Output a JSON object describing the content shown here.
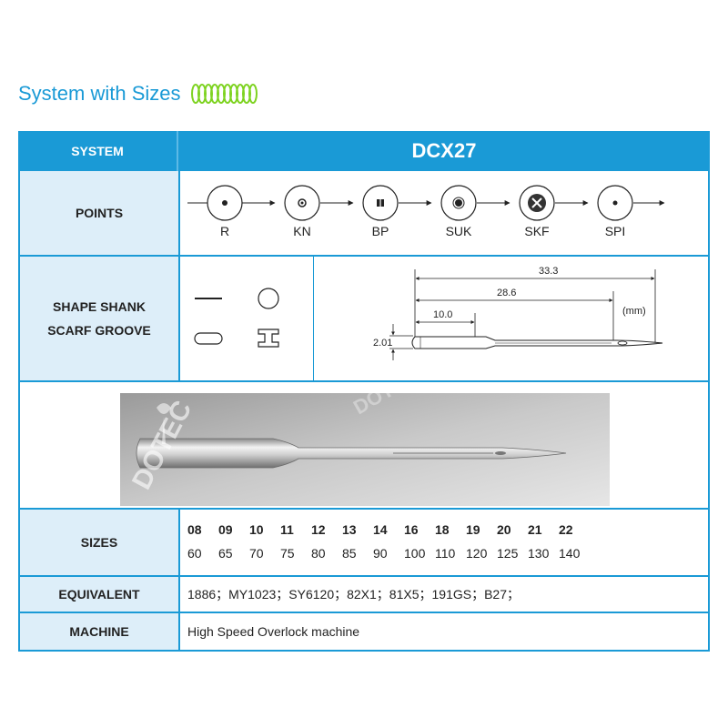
{
  "page_title": "System with Sizes",
  "header": {
    "label": "SYSTEM",
    "value": "DCX27"
  },
  "points": {
    "label": "POINTS",
    "items": [
      "R",
      "KN",
      "BP",
      "SUK",
      "SKF",
      "SPI"
    ]
  },
  "shape": {
    "label_line1": "SHAPE SHANK",
    "label_line2": "SCARF GROOVE",
    "dims": {
      "total": "33.3",
      "mid": "28.6",
      "short": "10.0",
      "dia": "2.01",
      "unit": "(mm)"
    }
  },
  "photo": {
    "watermark": "DOTEC"
  },
  "sizes": {
    "label": "SIZES",
    "nm_top": [
      "08",
      "09",
      "10",
      "11",
      "12",
      "13",
      "14",
      "16",
      "18",
      "19",
      "20",
      "21",
      "22"
    ],
    "nm_bottom": [
      "60",
      "65",
      "70",
      "75",
      "80",
      "85",
      "90",
      "100",
      "110",
      "120",
      "125",
      "130",
      "140"
    ]
  },
  "equivalent": {
    "label": "EQUIVALENT",
    "value": "1886；MY1023；SY6120；82X1；81X5；191GS；B27；"
  },
  "machine": {
    "label": "MACHINE",
    "value": "High Speed Overlock machine"
  },
  "colors": {
    "accent": "#1a9ad6",
    "label_bg": "#ddeef9",
    "coil": "#7ed321"
  }
}
